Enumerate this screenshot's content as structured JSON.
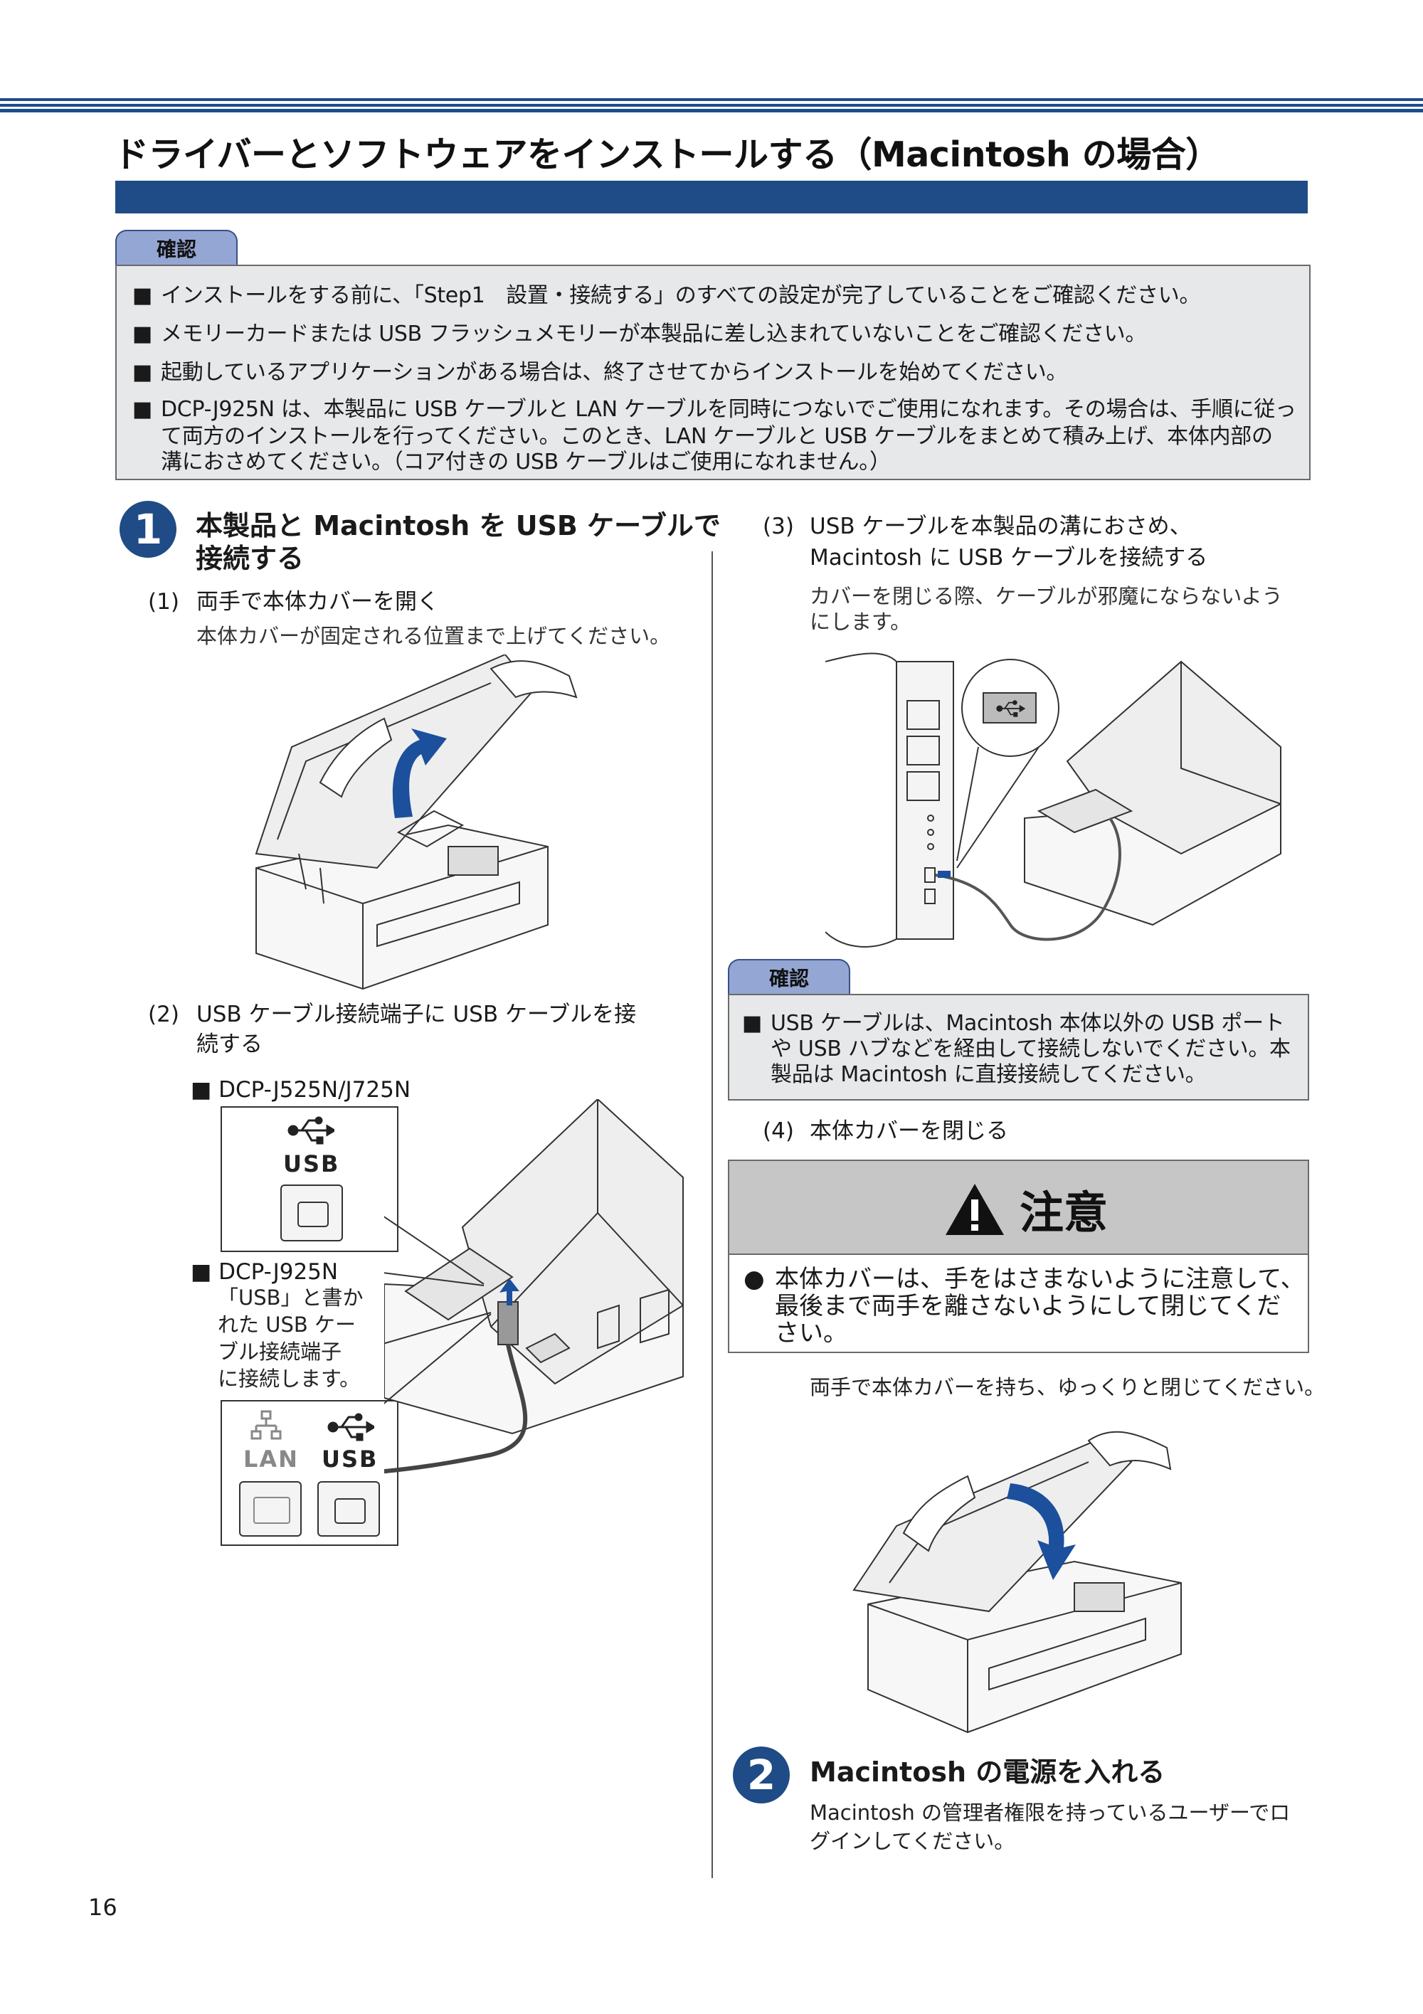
{
  "title": "ドライバーとソフトウェアをインストールする（Macintosh の場合）",
  "confirm_tab": "確認",
  "notes": [
    "インストールをする前に、「Step1　設置・接続する」のすべての設定が完了していることをご確認ください。",
    "メモリーカードまたは USB フラッシュメモリーが本製品に差し込まれていないことをご確認ください。",
    "起動しているアプリケーションがある場合は、終了させてからインストールを始めてください。",
    "DCP-J925N は、本製品に USB ケーブルと LAN ケーブルを同時につないでご使用になれます。その場合は、手順に従っ",
    "て両方のインストールを行ってください。このとき、LAN ケーブルと USB ケーブルをまとめて積み上げ、本体内部の",
    "溝におさめてください。（コア付きの USB ケーブルはご使用になれません。）"
  ],
  "bullet_char": "■",
  "step1": {
    "num": "1",
    "heading_lines": [
      "本製品と Macintosh を USB ケーブルで",
      "接続する"
    ],
    "s1_num": "(1)",
    "s1_title": "両手で本体カバーを開く",
    "s1_body": "本体カバーが固定される位置まで上げてください。",
    "s2_num": "(2)",
    "s2_title_lines": [
      "USB ケーブル接続端子に USB ケーブルを接",
      "続する"
    ],
    "model_a": "DCP-J525N/J725N",
    "model_b": "DCP-J925N",
    "model_b_note": [
      "「USB」と書か",
      "れた USB ケー",
      "ブル接続端子",
      "に接続します。"
    ],
    "usb_label": "USB",
    "lan_label": "LAN"
  },
  "right": {
    "s3_num": "(3)",
    "s3_title_lines": [
      "USB ケーブルを本製品の溝におさめ、",
      "Macintosh に USB ケーブルを接続する"
    ],
    "s3_body_lines": [
      "カバーを閉じる際、ケーブルが邪魔にならないよう",
      "にします。"
    ],
    "confirm2_lines": [
      "USB ケーブルは、Macintosh 本体以外の USB ポート",
      "や USB ハブなどを経由して接続しないでください。本",
      "製品は Macintosh に直接接続してください。"
    ],
    "s4_num": "(4)",
    "s4_title": "本体カバーを閉じる",
    "caution_title": "注意",
    "caution_bullet": "●",
    "caution_lines": [
      "本体カバーは、手をはさまないように注意して、",
      "最後まで両手を離さないようにして閉じてくだ",
      "さい。"
    ],
    "close_body": "両手で本体カバーを持ち、ゆっくりと閉じてください。"
  },
  "step2": {
    "num": "2",
    "heading": "Macintosh の電源を入れる",
    "body_lines": [
      "Macintosh の管理者権限を持っているユーザーでロ",
      "グインしてください。"
    ]
  },
  "page_number": "16",
  "colors": {
    "brand_blue": "#1f4b86",
    "tab_blue": "#94a6d3",
    "note_grey": "#e7e8ea",
    "caution_grey": "#c6c6c6",
    "arrow_blue": "#1c4f9c"
  }
}
